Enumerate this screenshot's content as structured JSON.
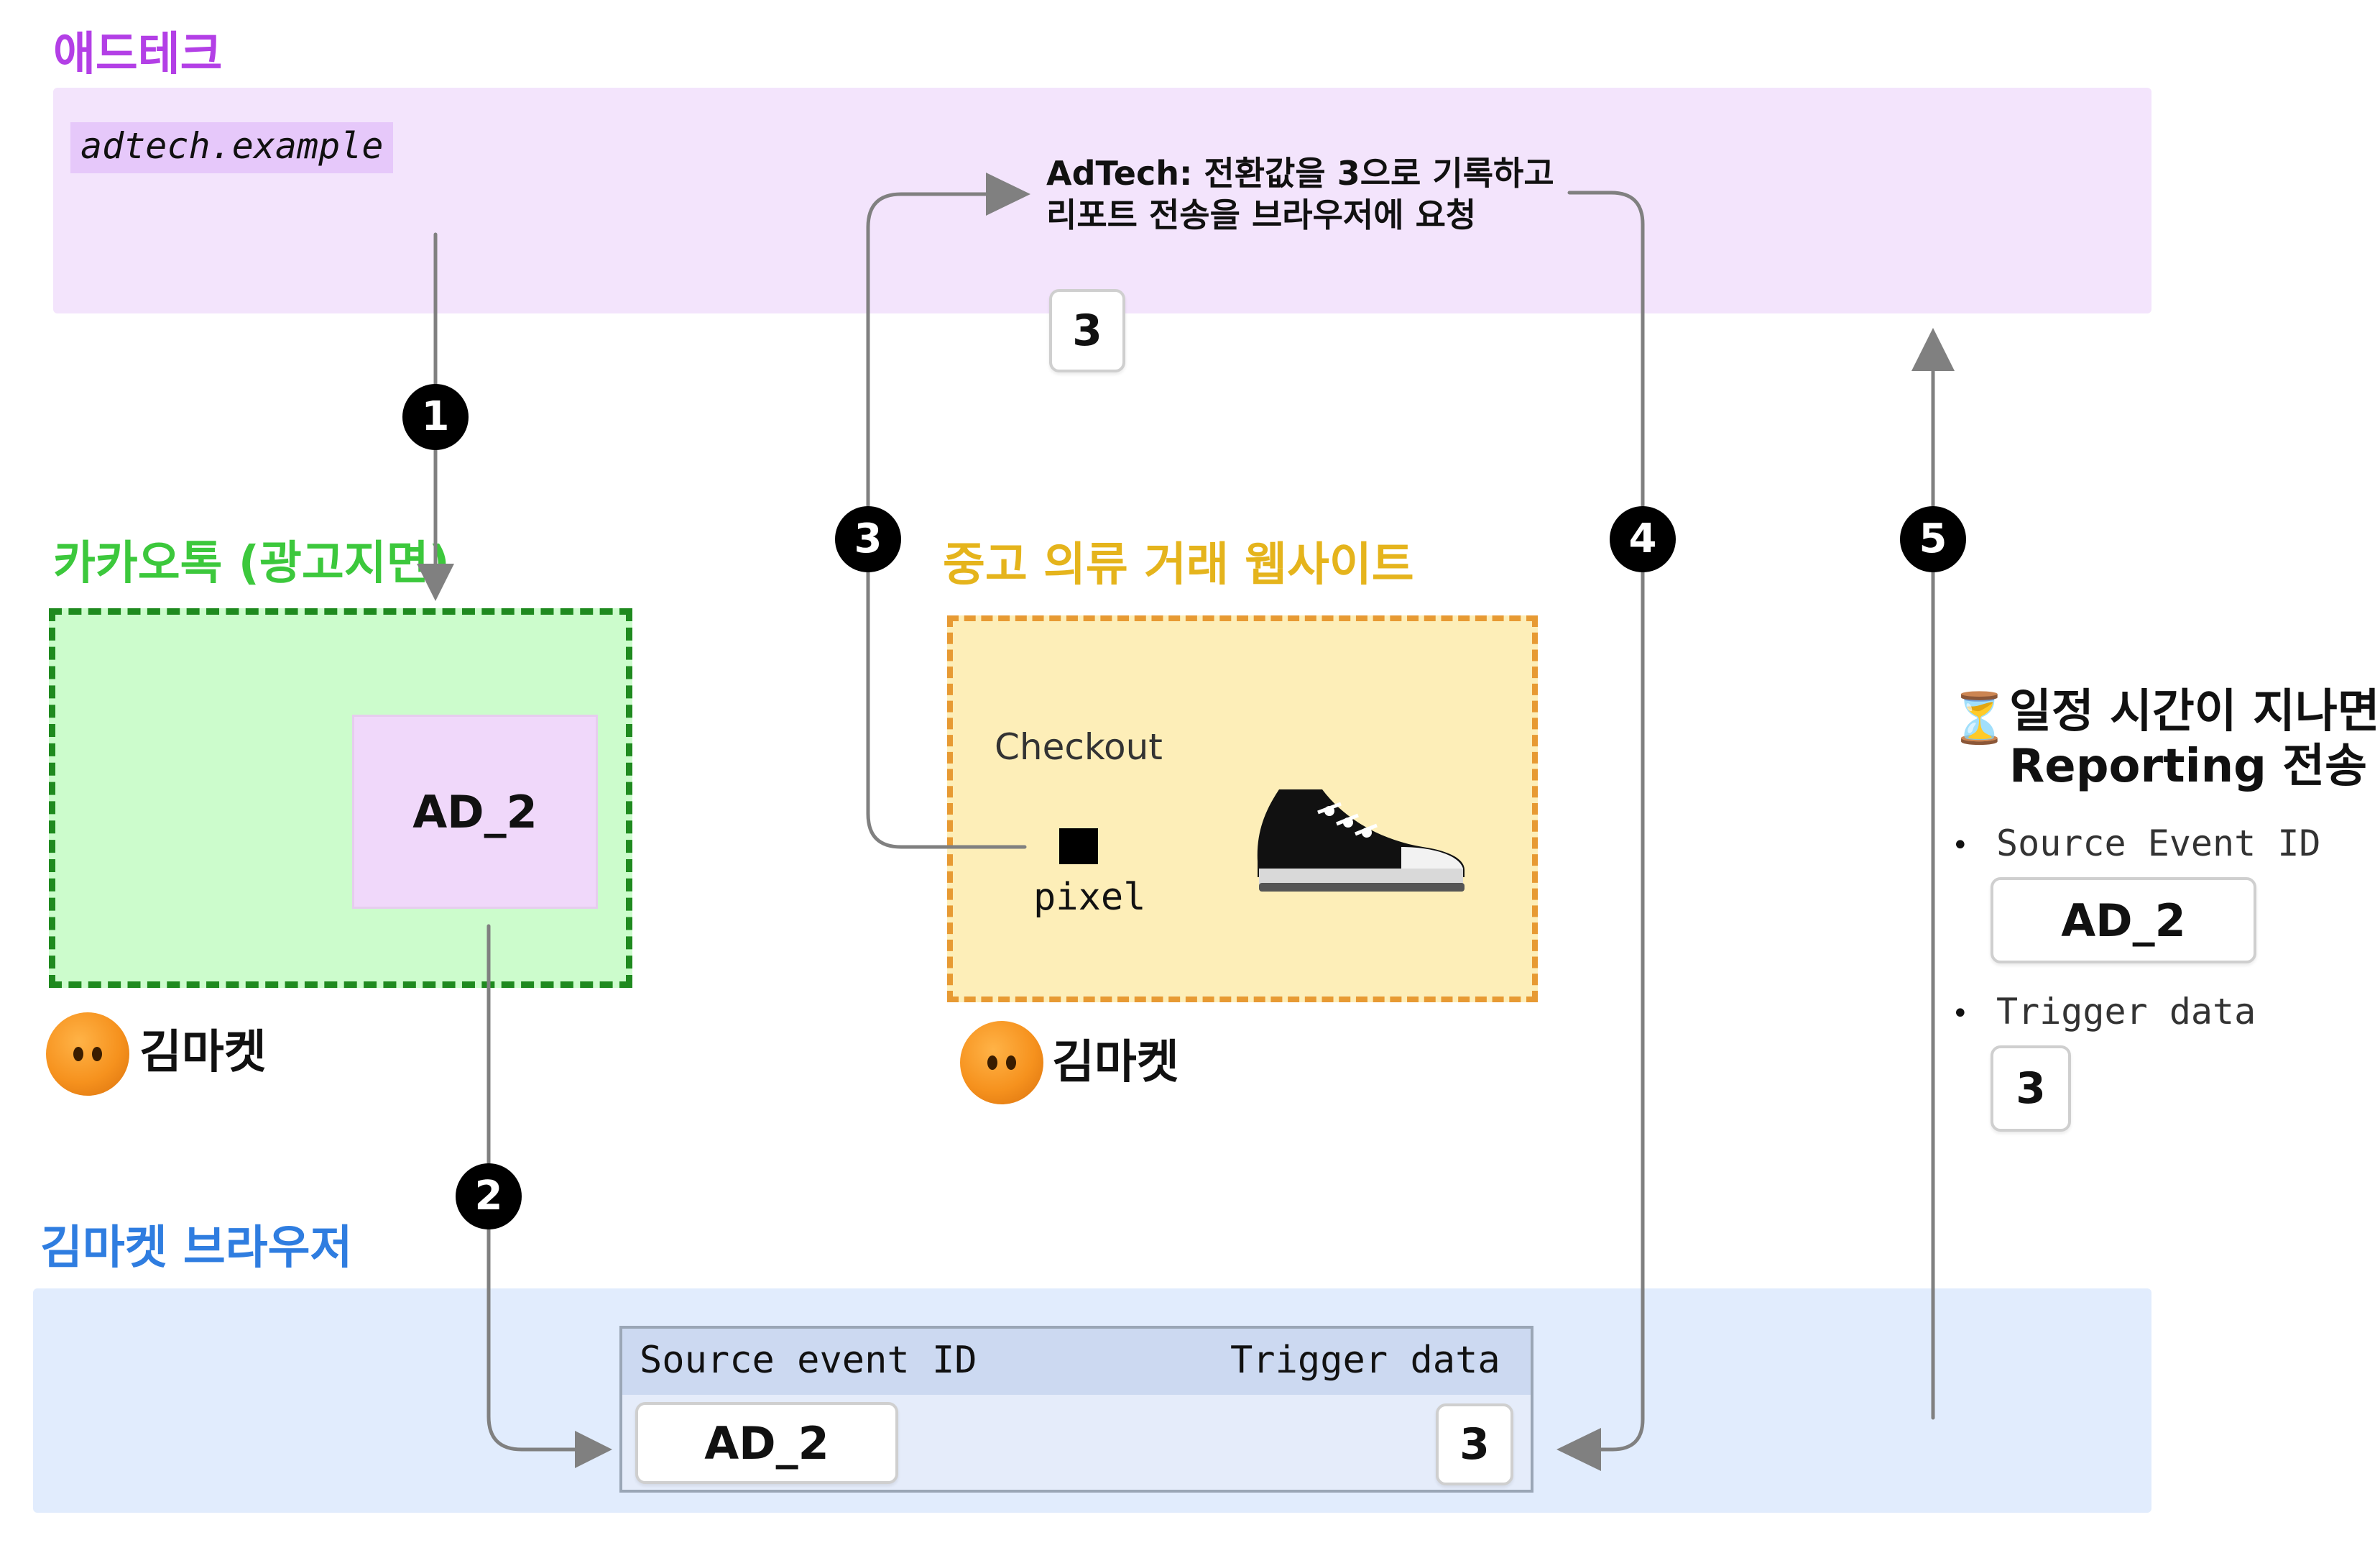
{
  "adtech": {
    "title": "애드테크",
    "domain": "adtech.example",
    "request_line1": "AdTech: 전환값을 3으로 기록하고",
    "request_line2": "리포트 전송을 브라우저에 요청",
    "value": "3"
  },
  "kakao": {
    "title": "카카오톡 (광고지면)",
    "ad_label": "AD_2",
    "user": "김마켓"
  },
  "shop": {
    "title": "중고 의류 거래 웹사이트",
    "checkout": "Checkout",
    "pixel": "pixel",
    "user": "김마켓"
  },
  "browser": {
    "title": "김마켓 브라우저",
    "col_source": "Source event ID",
    "col_trigger": "Trigger data",
    "source_value": "AD_2",
    "trigger_value": "3"
  },
  "reporting": {
    "line1": "일정 시간이 지나면",
    "line2": "Reporting 전송",
    "bullet1": "Source Event ID",
    "value1": "AD_2",
    "bullet2": "Trigger data",
    "value2": "3",
    "hourglass_icon": "hourglass-icon"
  },
  "steps": [
    "1",
    "2",
    "3",
    "4",
    "5"
  ],
  "colors": {
    "adtech": "#b33fe6",
    "adtech_band": "#f3e4fc",
    "kakao": "#3cc83c",
    "kakao_fill": "#ccfccc",
    "kakao_border": "#1f8a1f",
    "shop": "#e5b41c",
    "shop_fill": "#fdeeb8",
    "shop_border": "#e79a33",
    "browser": "#2f7de0",
    "browser_band": "#e1ecfd",
    "arrow": "#808080"
  }
}
